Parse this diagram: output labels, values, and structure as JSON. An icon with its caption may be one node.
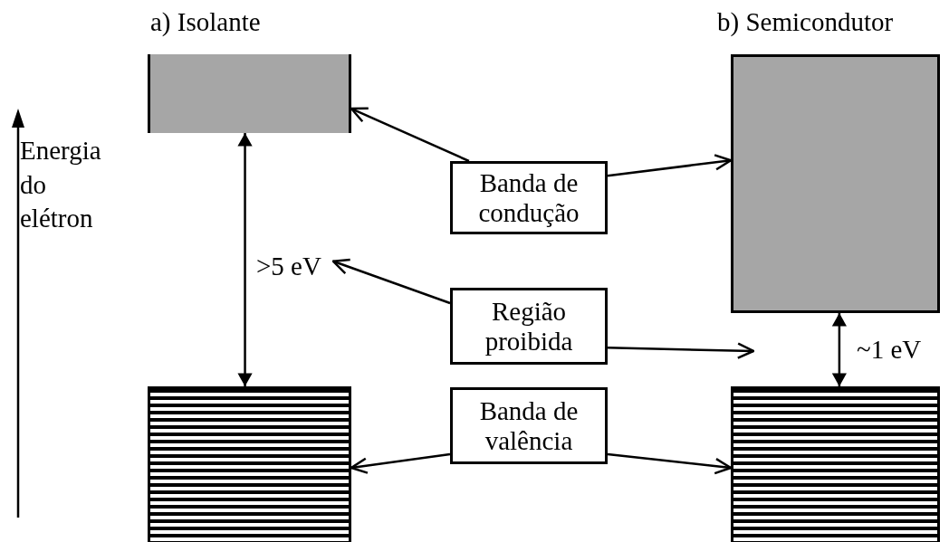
{
  "diagram": {
    "nodes": [
      {
        "text": [],
        "shape": "box",
        "beside": [
          "a) Isolante"
        ]
      },
      {
        "text": [],
        "shape": "box"
      },
      {
        "text": [],
        "shape": "box",
        "beside": [
          "b) Semicondutor"
        ]
      },
      {
        "text": [],
        "shape": "box"
      },
      {
        "text": [
          ">5 eV"
        ]
      },
      {
        "text": [
          "Banda de condução"
        ]
      },
      {
        "text": [
          "Região proibida"
        ]
      },
      {
        "text": [
          "Banda de valência"
        ]
      }
    ],
    "edges": [
      {
        "from": 0,
        "to": 1,
        "arrow": "both"
      },
      {
        "from": 2,
        "to": 3,
        "arrow": "both"
      },
      {
        "from": 5,
        "to": 0,
        "arrow": "to"
      },
      {
        "from": 5,
        "to": 2,
        "arrow": "to"
      },
      {
        "from": 6,
        "to": 4,
        "arrow": "to"
      },
      {
        "from": 6,
        "to": null,
        "arrow": "to"
      },
      {
        "from": 7,
        "to": 1,
        "arrow": "to"
      },
      {
        "from": 7,
        "to": 3,
        "arrow": "to"
      }
    ],
    "labels": [
      "Energia do elétron",
      "~1 eV"
    ]
  }
}
